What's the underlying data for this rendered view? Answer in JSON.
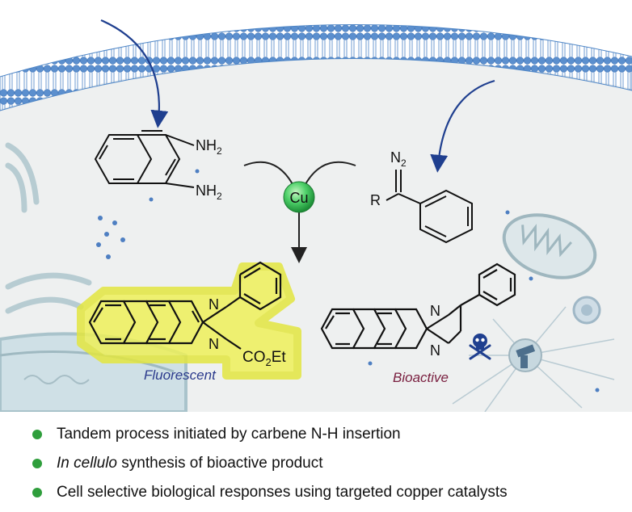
{
  "figure": {
    "diamine": {
      "amine_top": "NH",
      "amine_bottom": "NH",
      "subscript": "2"
    },
    "catalyst": {
      "label": "Cu"
    },
    "diazo": {
      "diazo_label": "N",
      "diazo_sub": "2",
      "r_label": "R"
    },
    "product_left": {
      "n_top": "N",
      "n_bottom": "N",
      "ester_a": "CO",
      "ester_sub": "2",
      "ester_b": "Et",
      "caption": "Fluorescent",
      "caption_color": "#2b3a8c"
    },
    "product_right": {
      "n_top": "N",
      "n_bottom": "N",
      "caption": "Bioactive",
      "caption_color": "#7a2040"
    },
    "colors": {
      "membrane": "#4f86c6",
      "arrow": "#1f3f8f",
      "highlight": "#eef05a",
      "cytoplasm": "#eef0f0",
      "copper": "#38c25a"
    },
    "icons": [
      "skull-crossbones-icon",
      "mitochondrion-icon",
      "golgi-icon",
      "nucleus-icon"
    ]
  },
  "bullets": [
    {
      "text": "Tandem process initiated by carbene N-H insertion"
    },
    {
      "em": "In cellulo",
      "rest": " synthesis of bioactive product"
    },
    {
      "text": "Cell selective biological responses using targeted copper catalysts"
    }
  ]
}
